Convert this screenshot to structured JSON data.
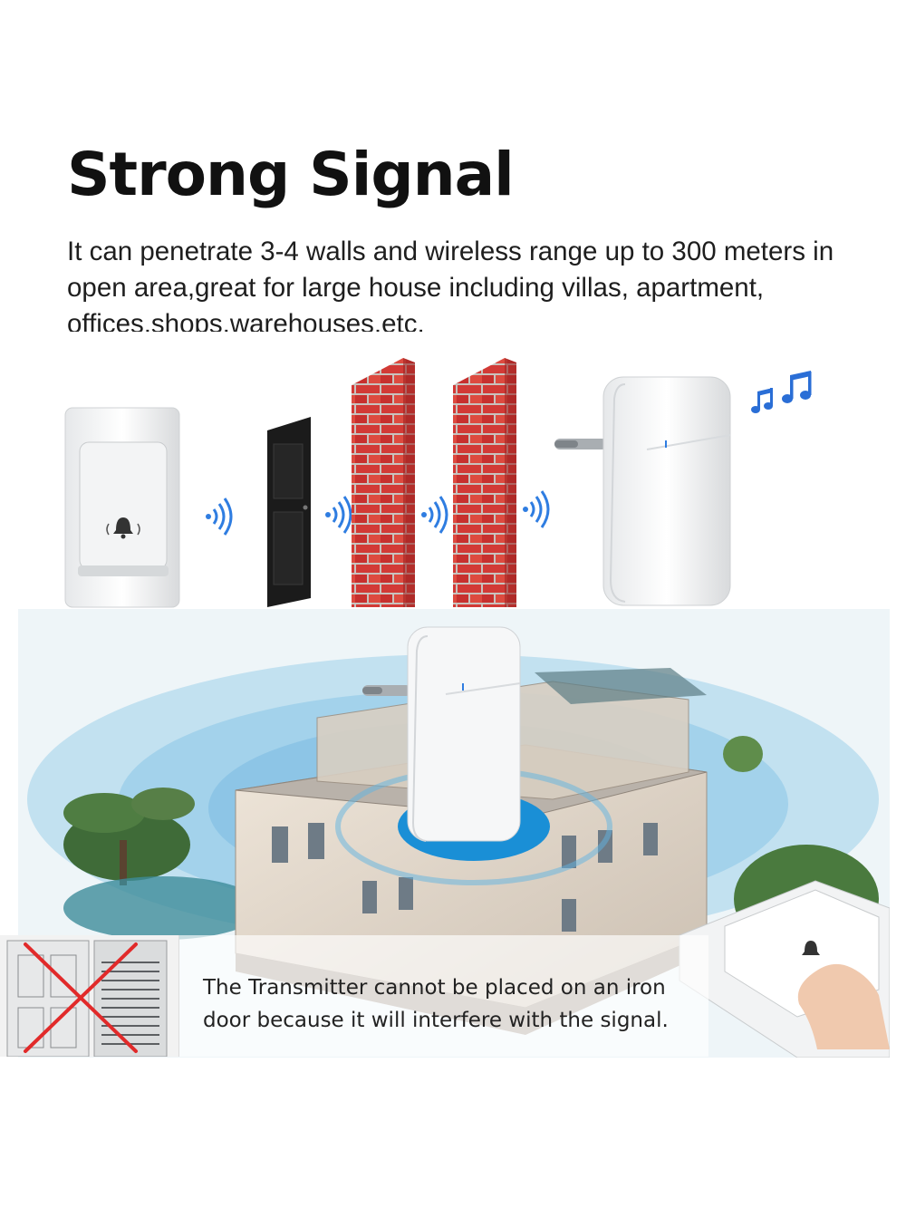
{
  "headline": "Strong Signal",
  "description": "It can penetrate 3-4 walls and wireless range up to 300 meters in open area,great for large house including villas, apartment, offices,shops,warehouses,etc.",
  "notice": {
    "line1": "The Transmitter cannot be placed on an iron",
    "line2": "door because it will interfere with the signal."
  },
  "colors": {
    "signal_blue": "#2f7de1",
    "brick_red": "#d23a36",
    "cross_red": "#e12a2a",
    "note_blue": "#2a6ed6"
  }
}
